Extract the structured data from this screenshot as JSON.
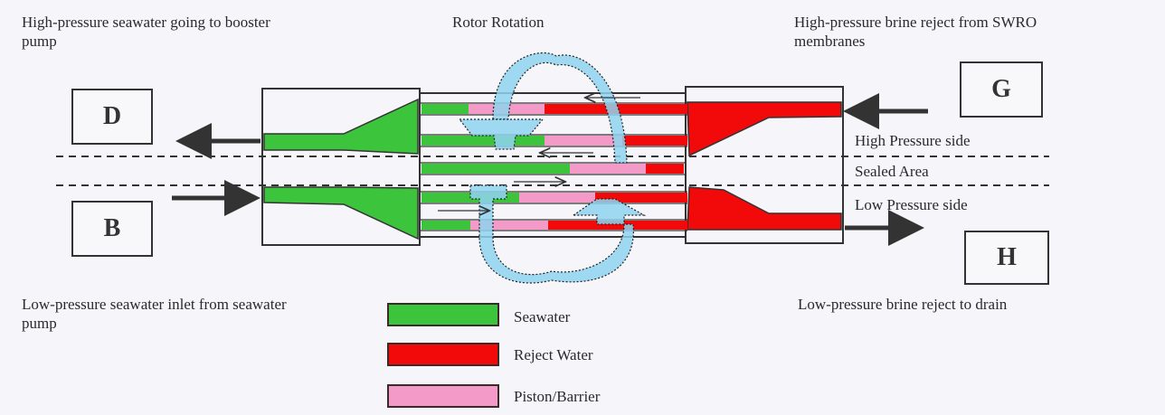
{
  "labels": {
    "top_left": "High-pressure seawater going to booster pump",
    "top_left_line1": "High-pressure seawater going to booster",
    "top_left_line2": "pump",
    "rotor": "Rotor Rotation",
    "top_right_line1": "High-pressure brine reject from SWRO",
    "top_right_line2": "membranes",
    "high_side": "High Pressure side",
    "sealed": "Sealed Area",
    "low_side": "Low Pressure side",
    "bottom_left_line1": "Low-pressure seawater inlet from seawater",
    "bottom_left_line2": "pump",
    "bottom_right": "Low-pressure brine reject to drain"
  },
  "ports": {
    "D": "D",
    "B": "B",
    "G": "G",
    "H": "H"
  },
  "legend": [
    {
      "label": "Seawater",
      "color": "#3cc43c"
    },
    {
      "label": "Reject Water",
      "color": "#f20a0a"
    },
    {
      "label": "Piston/Barrier",
      "color": "#f49ac8"
    }
  ],
  "colors": {
    "seawater": "#3cc43c",
    "reject": "#f20a0a",
    "piston": "#f49ac8",
    "rotation": "#8fd3ee"
  }
}
